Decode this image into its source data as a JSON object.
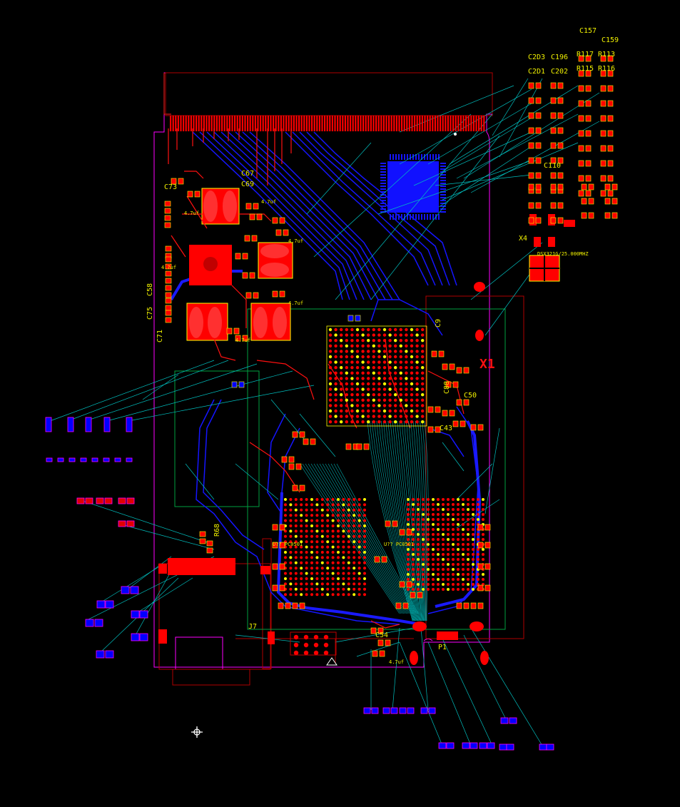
{
  "colors": {
    "background": "#000000",
    "top_copper": "#ff0000",
    "bottom_copper": "#0000ff",
    "silkscreen": "#ffff00",
    "outline": "#ff00ff",
    "ratsnest": "#00c8c8",
    "assembly": "#c80000"
  },
  "labels": {
    "c157": "C157",
    "c159": "C159",
    "c203": "C2D3",
    "c196": "C196",
    "c201": "C2D1",
    "c202": "C202",
    "r117": "R117",
    "r113": "R113",
    "r115": "R115",
    "r116": "R116",
    "c67": "C67",
    "c69": "C69",
    "c73": "C73",
    "c58": "C58",
    "c75": "C75",
    "c71": "C71",
    "c110": "C110",
    "x4": "X4",
    "x1": "X1",
    "c88": "C88",
    "c50": "C50",
    "c43": "C43",
    "c9": "C9",
    "r68": "R68",
    "c54": "C54",
    "j7": "J7",
    "p1": "P1",
    "val_47uf_a": "4.7uf",
    "val_47uf_b": "4.7uf",
    "val_47uf_c": "4.7uf",
    "val_47uf_d": "4.7uf",
    "val_47uf_e": "4.7uf",
    "val_47uf_f": "4.7uf",
    "val_47uf_g": "4.7uf",
    "x4_part": "DSX321G/25.000MHZ",
    "ic_left": "U?? PC0501",
    "ic_right": "U?? PC0501"
  }
}
